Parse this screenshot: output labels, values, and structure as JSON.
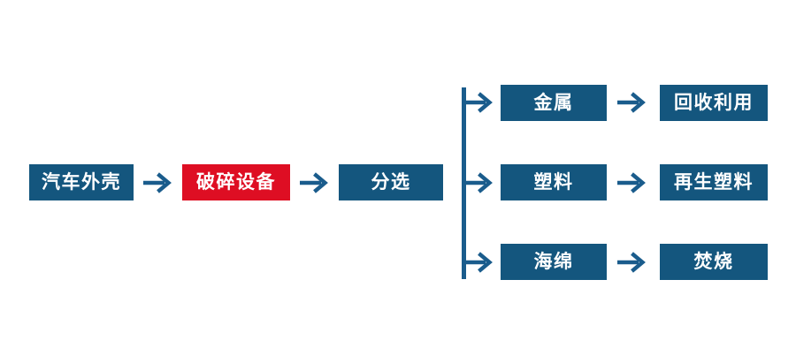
{
  "diagram": {
    "colors": {
      "canvas_bg": "#ffffff",
      "node_fill": "#14567e",
      "highlight_fill": "#de0e23",
      "connector": "#1a5c8c",
      "node_text": "#ffffff"
    },
    "icons": {
      "flow_arrow": "→"
    },
    "main_flow": [
      {
        "id": "car-shell",
        "label": "汽车外壳",
        "style": "blue"
      },
      {
        "id": "crusher",
        "label": "破碎设备",
        "style": "red"
      },
      {
        "id": "sorting",
        "label": "分选",
        "style": "blue"
      }
    ],
    "branches": [
      {
        "material": "金属",
        "result": "回收利用"
      },
      {
        "material": "塑料",
        "result": "再生塑料"
      },
      {
        "material": "海绵",
        "result": "焚烧"
      }
    ]
  }
}
